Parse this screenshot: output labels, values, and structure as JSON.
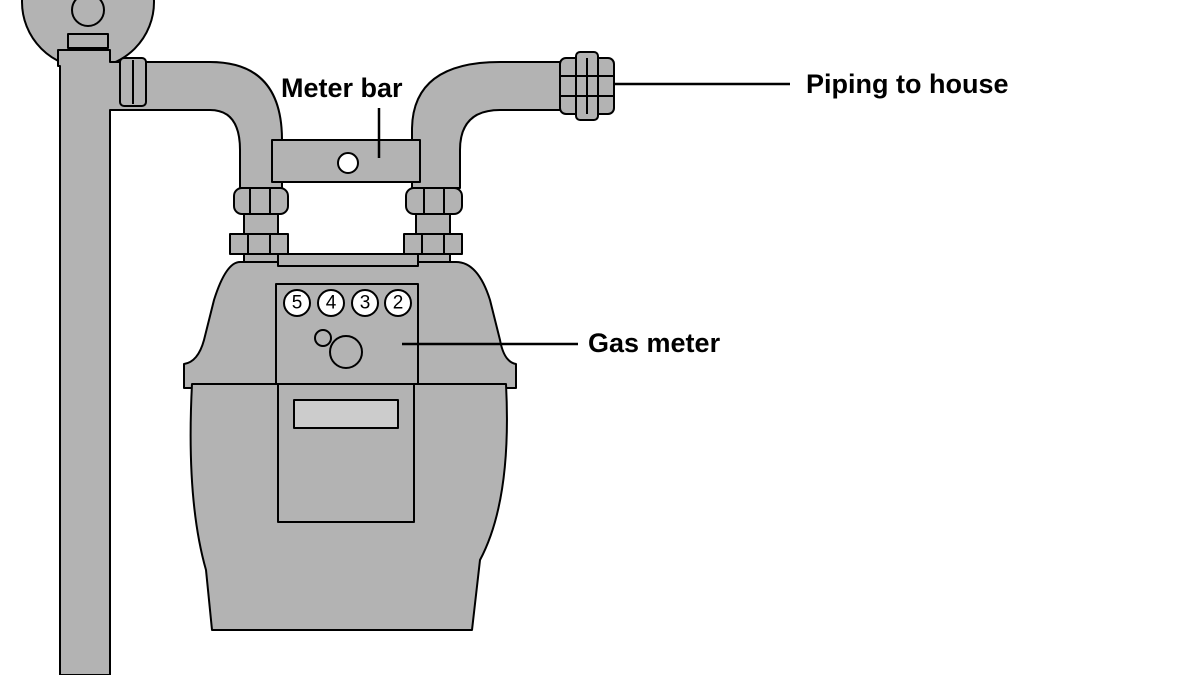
{
  "labels": {
    "meter_bar": "Meter bar",
    "piping_to_house": "Piping to house",
    "gas_meter": "Gas meter"
  },
  "dial_digits": [
    "5",
    "4",
    "3",
    "2"
  ],
  "colors": {
    "fill": "#b3b3b3",
    "display_window": "#cccccc",
    "stroke": "#000000",
    "background": "#ffffff"
  }
}
